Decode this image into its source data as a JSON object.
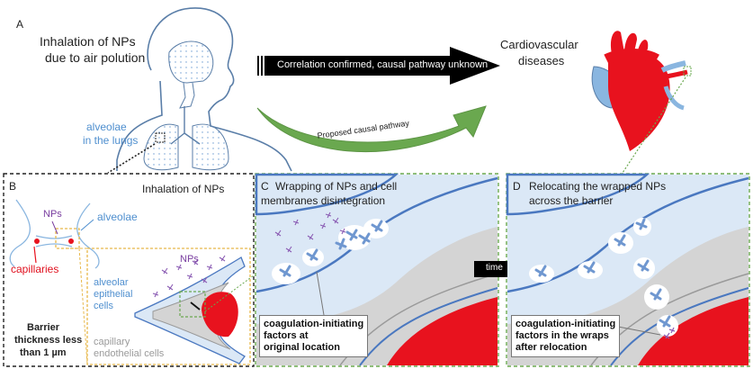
{
  "panel_a": {
    "letter": "A",
    "inhalation_line1": "Inhalation of NPs",
    "inhalation_line2": "due to air polution",
    "alveolae_line1": "alveolae",
    "alveolae_line2": "in the lungs",
    "cardio_line1": "Cardiovascular",
    "cardio_line2": "diseases",
    "correlation_arrow": "Correlation confirmed, causal pathway unknown",
    "proposed_arrow": "Proposed causal pathway"
  },
  "panel_b": {
    "letter": "B",
    "title": "Inhalation of NPs",
    "nps_small": "NPs",
    "alveolae": "alveolae",
    "capillaries": "capillaries",
    "nps_large": "NPs",
    "epithelial_line1": "alveolar",
    "epithelial_line2": "epithelial",
    "epithelial_line3": "cells",
    "barrier_line1": "Barrier",
    "barrier_line2": "thickness less",
    "barrier_line3": "than 1 µm",
    "endothelial_line1": "capillary",
    "endothelial_line2": "endothelial cells"
  },
  "panel_c": {
    "letter": "C",
    "title_line1": "Wrapping of NPs and cell",
    "title_line2": "membranes disintegration",
    "callout_line1": "coagulation-initiating",
    "callout_line2": "factors at",
    "callout_line3": "original location"
  },
  "time_arrow": "time",
  "panel_d": {
    "letter": "D",
    "title_line1": "Relocating the wrapped NPs",
    "title_line2": "across the barrier",
    "callout_line1": "coagulation-initiating",
    "callout_line2": "factors in the wraps",
    "callout_line3": "after relocation"
  },
  "colors": {
    "black_arrow": "#000000",
    "green_arrow": "#6aa84f",
    "dashed_green": "#6aa84f",
    "dashed_yellow": "#e8b84a",
    "blood_red": "#e8121e",
    "membrane_blue": "#4a78c0",
    "cell_light_blue": "#dbe8f6",
    "np_purple": "#8a5bb3",
    "wrapped_np_blue": "#6f97d0",
    "tissue_gray": "#d4d4d4"
  }
}
